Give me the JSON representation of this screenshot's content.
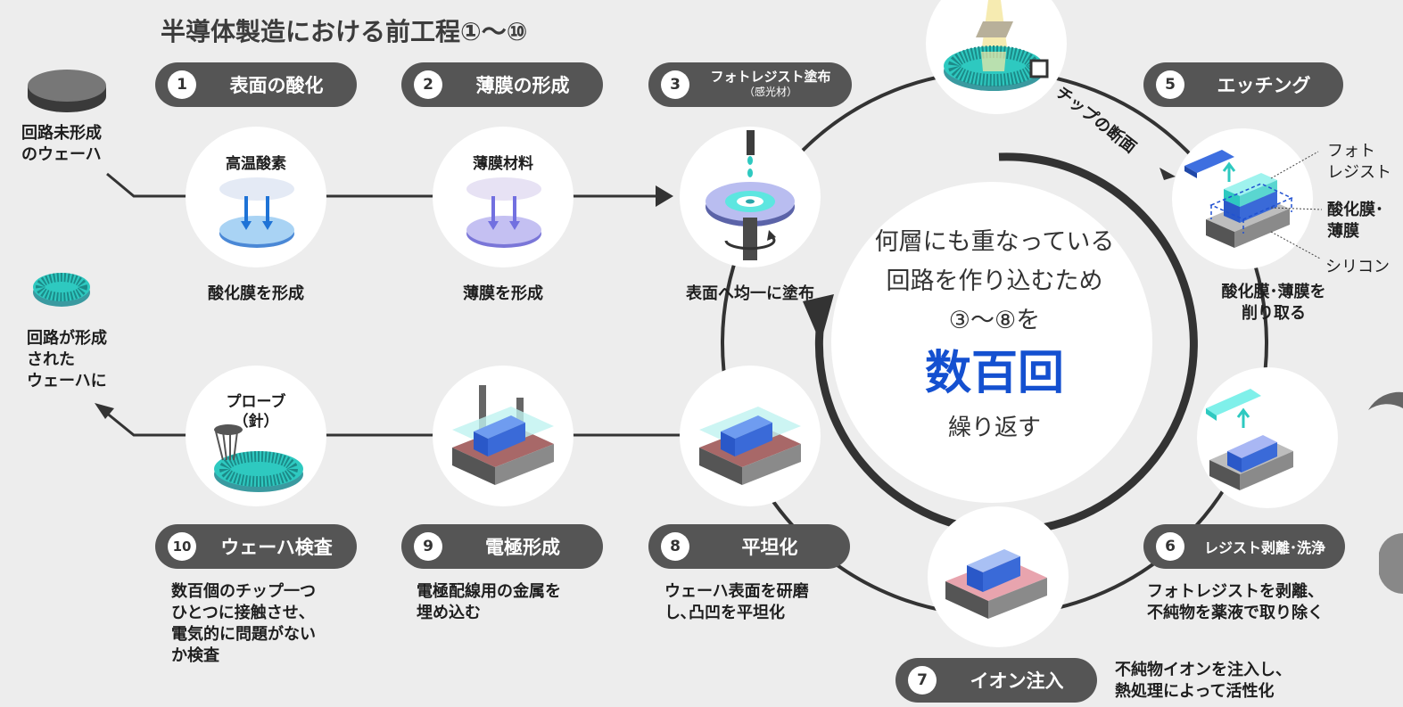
{
  "title": "半導体製造における前工程①～⑩",
  "steps": [
    {
      "num": "1",
      "label": "表面の酸化",
      "desc": "酸化膜を形成",
      "material": "高温酸素"
    },
    {
      "num": "2",
      "label": "薄膜の形成",
      "desc": "薄膜を形成",
      "material": "薄膜材料"
    },
    {
      "num": "3",
      "label": "フォトレジスト塗布",
      "sub": "（感光材）",
      "desc": "表面へ均一に塗布"
    },
    {
      "num": "5",
      "label": "エッチング",
      "desc": "酸化膜･薄膜を 削り取る",
      "desc_lines": [
        "酸化膜･薄膜を",
        "削り取る"
      ]
    },
    {
      "num": "6",
      "label": "レジスト剥離･洗浄",
      "desc_lines": [
        "フォトレジストを剥離、",
        "不純物を薬液で取り除く"
      ]
    },
    {
      "num": "7",
      "label": "イオン注入",
      "desc_lines": [
        "不純物イオンを注入し、",
        "熱処理によって活性化"
      ]
    },
    {
      "num": "8",
      "label": "平坦化",
      "desc_lines": [
        "ウェーハ表面を研磨",
        "し､凸凹を平坦化"
      ]
    },
    {
      "num": "9",
      "label": "電極形成",
      "desc_lines": [
        "電極配線用の金属を",
        "埋め込む"
      ]
    },
    {
      "num": "10",
      "label": "ウェーハ検査",
      "desc_lines": [
        "数百個のチップ一つ",
        "ひとつに接触させ、",
        "電気的に問題がない",
        "か検査"
      ]
    }
  ],
  "start_label_lines": [
    "回路未形成",
    "のウェーハ"
  ],
  "end_label_lines": [
    "回路が形成",
    "された",
    "ウェーハに"
  ],
  "probe_label_lines": [
    "プローブ",
    "（針）"
  ],
  "chip_section": "チップの断面",
  "etch_legend": {
    "photo": [
      "フォト",
      "レジスト"
    ],
    "oxide": [
      "酸化膜･",
      "薄膜"
    ],
    "silicon": "シリコン"
  },
  "center": {
    "line1": "何層にも重なっている",
    "line2": "回路を作り込むため",
    "line3": "③～⑧を",
    "big": "数百回",
    "line4": "繰り返す"
  },
  "colors": {
    "pill": "#555555",
    "accent": "#1450d0",
    "teal": "#2ec9c0",
    "arrow": "#333333"
  }
}
